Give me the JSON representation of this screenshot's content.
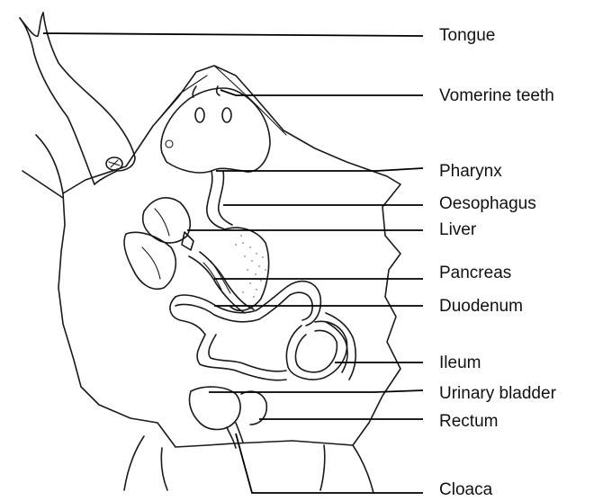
{
  "labels": {
    "tongue": "Tongue",
    "vomerine_teeth": "Vomerine teeth",
    "pharynx": "Pharynx",
    "oesophagus": "Oesophagus",
    "liver": "Liver",
    "pancreas": "Pancreas",
    "duodenum": "Duodenum",
    "ileum": "Ileum",
    "urinary_bladder": "Urinary bladder",
    "rectum": "Rectum",
    "cloaca": "Cloaca"
  }
}
